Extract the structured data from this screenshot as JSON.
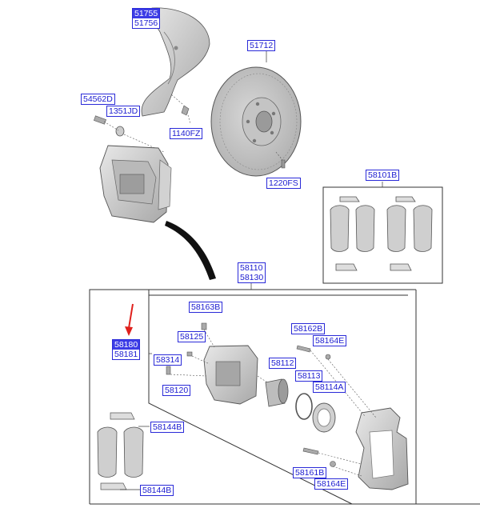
{
  "diagram": {
    "labels": {
      "shield_upper": "51755",
      "shield_lower": "51756",
      "disc": "51712",
      "bolt_left": "54562D",
      "washer": "1351JD",
      "shield_bolt": "1140FZ",
      "disc_screw": "1220FS",
      "pad_kit": "58101B",
      "caliper_assy_1": "58110",
      "caliper_assy_2": "58130",
      "caliper_body_1": "58180",
      "caliper_body_2": "58181",
      "bleeder": "58163B",
      "cap_58125": "58125",
      "guide_58314": "58314",
      "pin_58120": "58120",
      "bolt_58162B": "58162B",
      "bolt_58164E_top": "58164E",
      "piston": "58112",
      "seal": "58113",
      "boot": "58114A",
      "clip_upper": "58144B",
      "clip_lower": "58144B",
      "bolt_58161B": "58161B",
      "bolt_58164E_bottom": "58164E"
    },
    "colors": {
      "label_text": "#1a1ad0",
      "label_border": "#2a2ad8",
      "label_highlight": "#3c3ce6",
      "part_fill": "#c8c8c8",
      "part_dark": "#8a8a8a",
      "callout_arrow": "#e0201c"
    }
  }
}
